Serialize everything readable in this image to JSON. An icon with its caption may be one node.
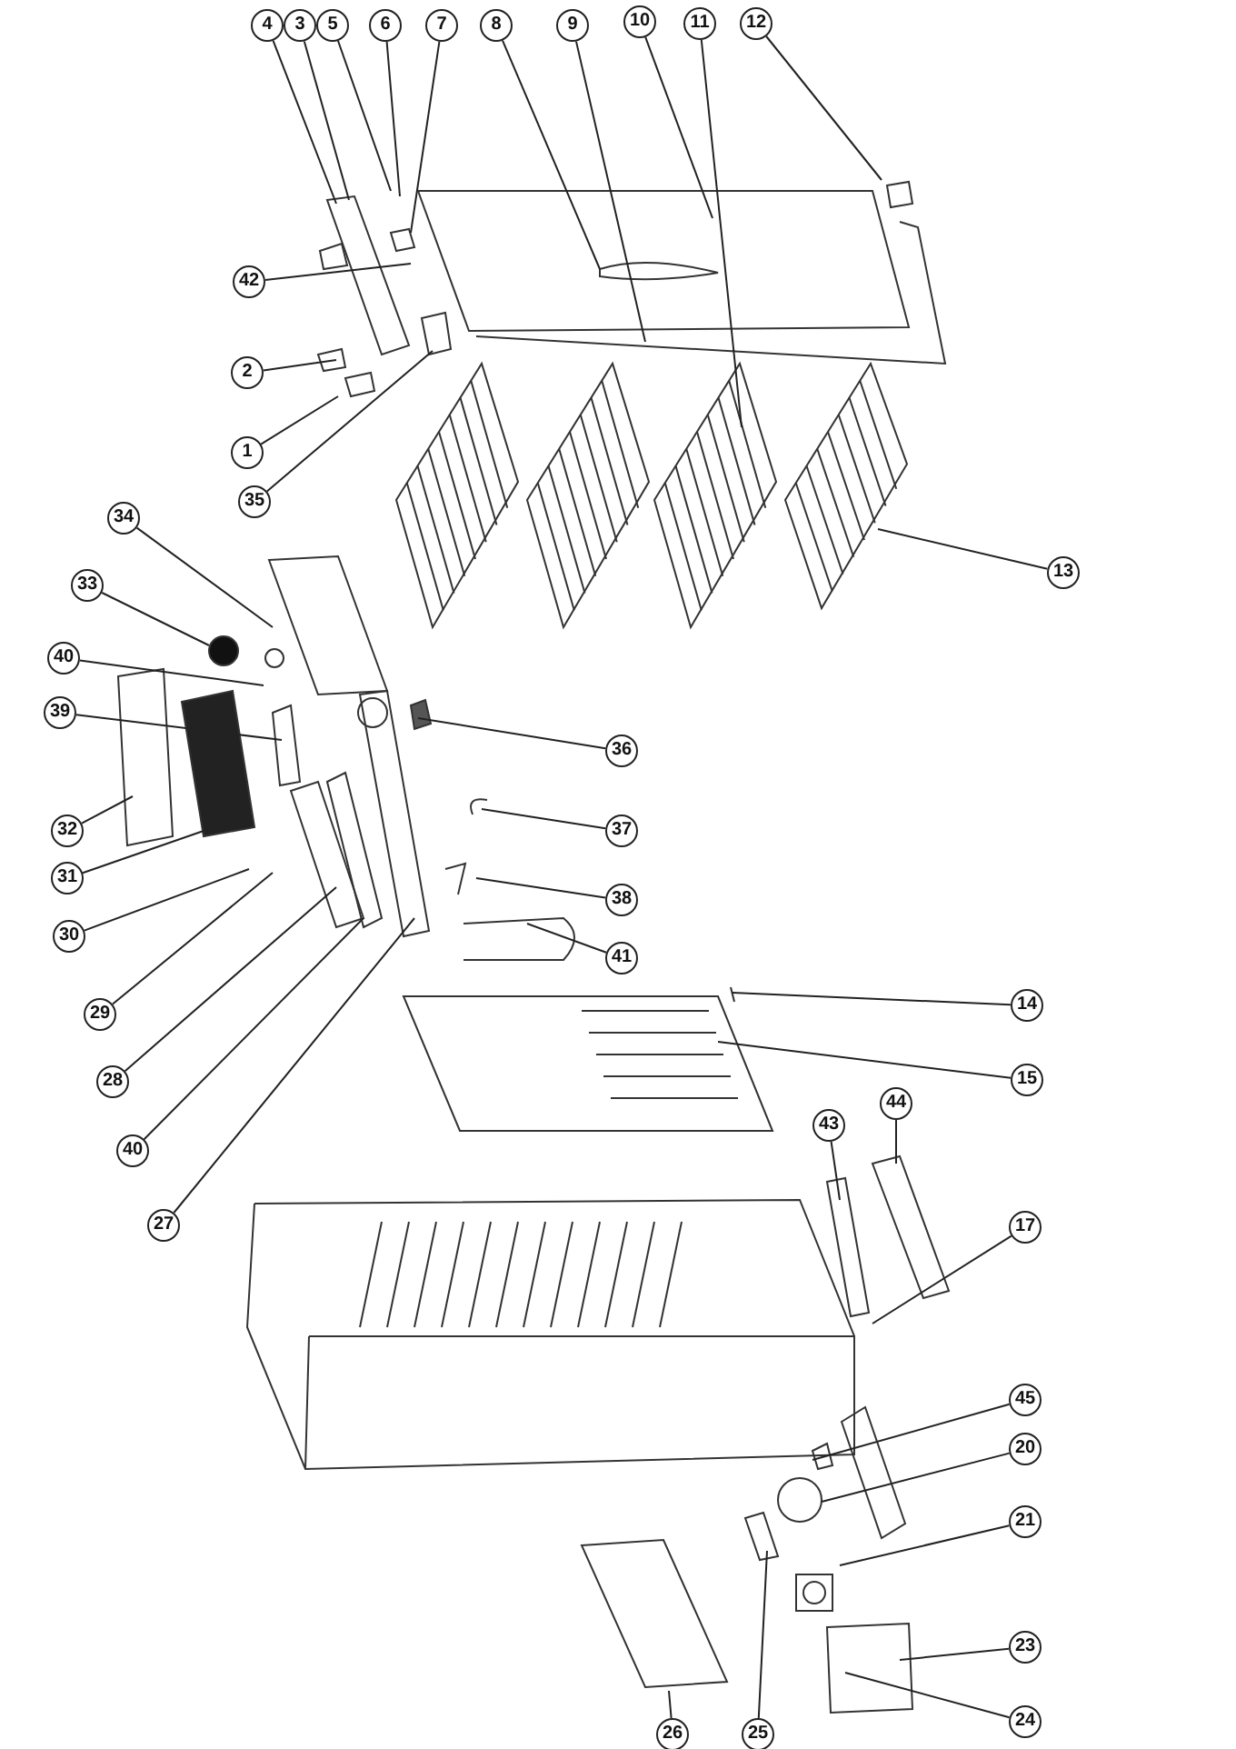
{
  "diagram": {
    "nodes": [
      {
        "text": [
          "4"
        ]
      },
      {
        "text": [
          "3"
        ]
      },
      {
        "text": [
          "5"
        ]
      },
      {
        "text": [
          "6"
        ]
      },
      {
        "text": [
          "7"
        ]
      },
      {
        "text": [
          "8"
        ]
      },
      {
        "text": [
          "9"
        ]
      },
      {
        "text": [
          "10"
        ]
      },
      {
        "text": [
          "11"
        ]
      },
      {
        "text": [
          "12"
        ]
      },
      {
        "text": [
          "42"
        ]
      },
      {
        "text": [
          "2"
        ]
      },
      {
        "text": [
          "1"
        ]
      },
      {
        "text": [
          "35"
        ]
      },
      {
        "text": [
          "13"
        ]
      },
      {
        "text": [
          "34"
        ]
      },
      {
        "text": [
          "33"
        ]
      },
      {
        "text": [
          "40"
        ]
      },
      {
        "text": [
          "39"
        ]
      },
      {
        "text": [
          "32"
        ]
      },
      {
        "text": [
          "31"
        ]
      },
      {
        "text": [
          "30"
        ]
      },
      {
        "text": [
          "29"
        ]
      },
      {
        "text": [
          "28"
        ]
      },
      {
        "text": [
          "40"
        ]
      },
      {
        "text": [
          "27"
        ]
      },
      {
        "text": [
          "36"
        ]
      },
      {
        "text": [
          "37"
        ]
      },
      {
        "text": [
          "38"
        ]
      },
      {
        "text": [
          "41"
        ]
      },
      {
        "text": [
          "14"
        ]
      },
      {
        "text": [
          "15"
        ]
      },
      {
        "text": [
          "43"
        ]
      },
      {
        "text": [
          "44"
        ]
      },
      {
        "text": [
          "17"
        ]
      },
      {
        "text": [
          "45"
        ]
      },
      {
        "text": [
          "20"
        ]
      },
      {
        "text": [
          "21"
        ]
      },
      {
        "text": [
          "23"
        ]
      },
      {
        "text": [
          "24"
        ]
      },
      {
        "text": [
          "26"
        ]
      },
      {
        "text": [
          "25"
        ]
      }
    ],
    "edges": [
      {
        "from": 0,
        "to": null,
        "arrow": "none"
      },
      {
        "from": 1,
        "to": null,
        "arrow": "none"
      },
      {
        "from": 2,
        "to": null,
        "arrow": "none"
      },
      {
        "from": 3,
        "to": null,
        "arrow": "none"
      },
      {
        "from": 4,
        "to": null,
        "arrow": "none"
      },
      {
        "from": 5,
        "to": null,
        "arrow": "none"
      },
      {
        "from": 6,
        "to": null,
        "arrow": "none"
      },
      {
        "from": 7,
        "to": null,
        "arrow": "none"
      },
      {
        "from": 8,
        "to": null,
        "arrow": "none"
      },
      {
        "from": 9,
        "to": null,
        "arrow": "none"
      },
      {
        "from": 10,
        "to": null,
        "arrow": "none"
      },
      {
        "from": 11,
        "to": null,
        "arrow": "none"
      },
      {
        "from": 12,
        "to": null,
        "arrow": "none"
      },
      {
        "from": 13,
        "to": null,
        "arrow": "none"
      },
      {
        "from": 14,
        "to": null,
        "arrow": "none"
      },
      {
        "from": 15,
        "to": null,
        "arrow": "none"
      },
      {
        "from": 16,
        "to": null,
        "arrow": "none"
      },
      {
        "from": 17,
        "to": null,
        "arrow": "none"
      },
      {
        "from": 18,
        "to": null,
        "arrow": "none"
      },
      {
        "from": 19,
        "to": null,
        "arrow": "none"
      },
      {
        "from": 20,
        "to": null,
        "arrow": "none"
      },
      {
        "from": 21,
        "to": null,
        "arrow": "none"
      },
      {
        "from": 22,
        "to": null,
        "arrow": "none"
      },
      {
        "from": 23,
        "to": null,
        "arrow": "none"
      },
      {
        "from": 24,
        "to": null,
        "arrow": "none"
      },
      {
        "from": 25,
        "to": null,
        "arrow": "none"
      },
      {
        "from": 26,
        "to": null,
        "arrow": "none"
      },
      {
        "from": 27,
        "to": null,
        "arrow": "none"
      },
      {
        "from": 28,
        "to": null,
        "arrow": "none"
      },
      {
        "from": 29,
        "to": null,
        "arrow": "none"
      },
      {
        "from": 30,
        "to": null,
        "arrow": "none"
      },
      {
        "from": 31,
        "to": null,
        "arrow": "none"
      },
      {
        "from": 32,
        "to": null,
        "arrow": "none"
      },
      {
        "from": 33,
        "to": null,
        "arrow": "none"
      },
      {
        "from": 34,
        "to": null,
        "arrow": "none"
      },
      {
        "from": 35,
        "to": null,
        "arrow": "none"
      },
      {
        "from": 36,
        "to": null,
        "arrow": "none"
      },
      {
        "from": 37,
        "to": null,
        "arrow": "none"
      },
      {
        "from": 38,
        "to": null,
        "arrow": "none"
      },
      {
        "from": 39,
        "to": null,
        "arrow": "none"
      },
      {
        "from": 40,
        "to": null,
        "arrow": "none"
      },
      {
        "from": 41,
        "to": null,
        "arrow": "none"
      }
    ]
  }
}
